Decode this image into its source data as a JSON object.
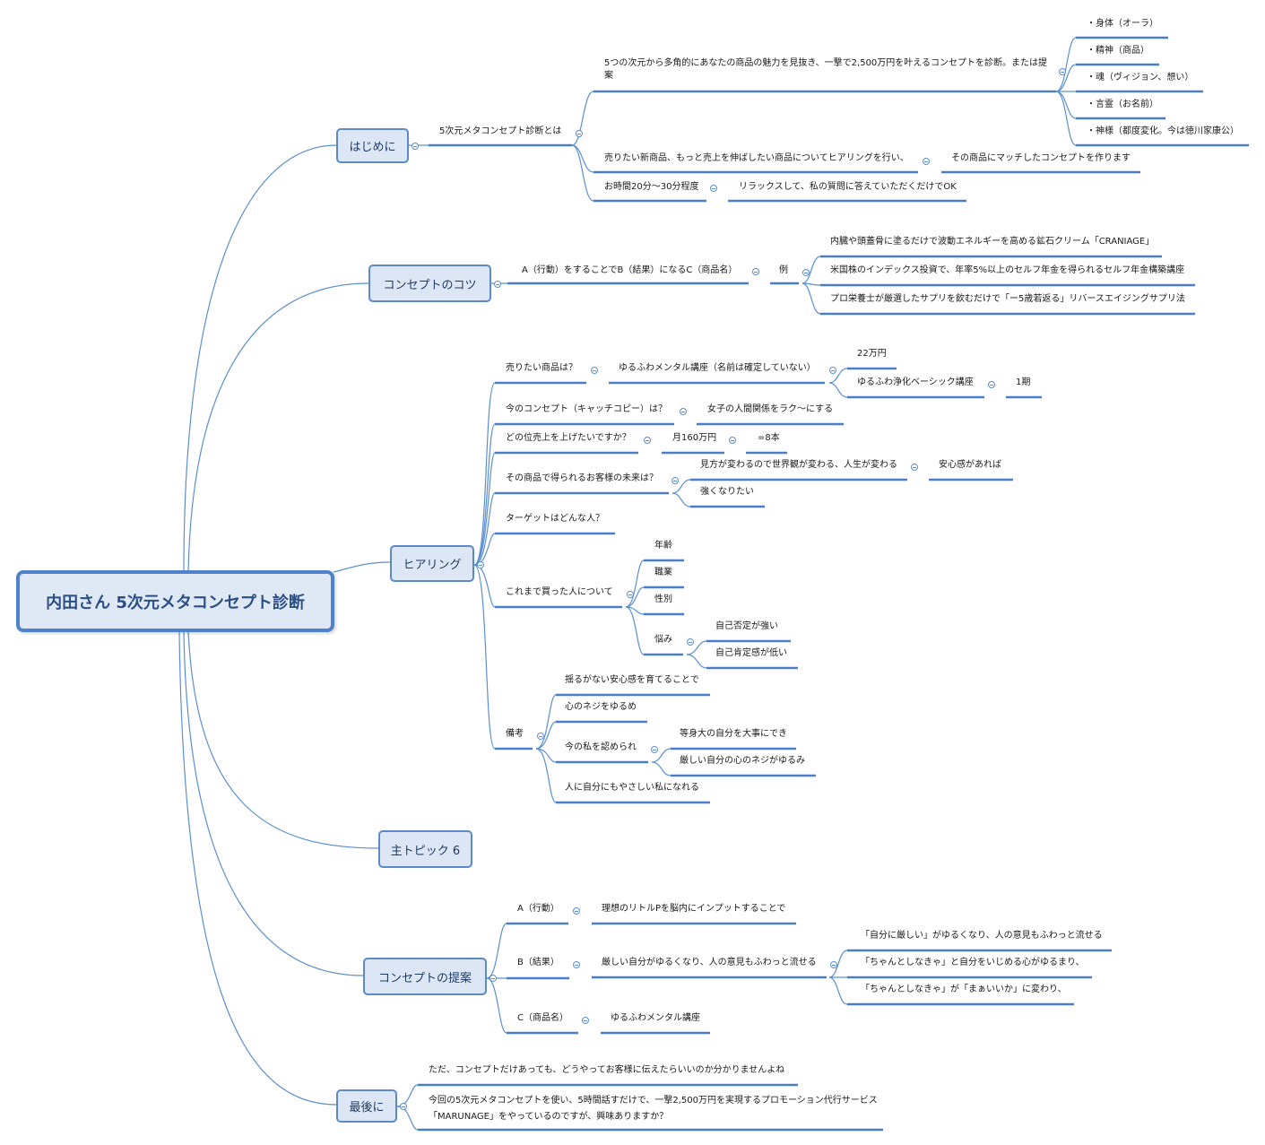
{
  "root": "内田さん 5次元メタコンセプト診断",
  "topics": {
    "intro": {
      "title": "はじめに",
      "item": "5次元メタコンセプト診断とは",
      "desc": "5つの次元から多角的にあなたの商品の魅力を見抜き、一撃で2,500万円を叶えるコンセプトを診断。または提案",
      "dims": [
        "・身体（オーラ）",
        "・精神（商品）",
        "・魂（ヴィジョン、想い）",
        "・言霊（お名前）",
        "・神様（都度変化。今は徳川家康公）"
      ],
      "hearing": "売りたい新商品、もっと売上を伸ばしたい商品についてヒアリングを行い、",
      "hearing_result": "その商品にマッチしたコンセプトを作ります",
      "time": "お時間20分〜30分程度",
      "time_note": "リラックスして、私の質問に答えていただくだけでOK"
    },
    "tips": {
      "title": "コンセプトのコツ",
      "formula": "A（行動）をすることでB（結果）になるC（商品名）",
      "example": "例",
      "examples": [
        "内臓や頭蓋骨に塗るだけで波動エネルギーを高める鉱石クリーム「CRANIAGE」",
        "米国株のインデックス投資で、年率5%以上のセルフ年金を得られるセルフ年金構築講座",
        "プロ栄養士が厳選したサプリを飲むだけで「ー5歳若返る」リバースエイジングサプリ法"
      ]
    },
    "hearing": {
      "title": "ヒアリング",
      "q1": "売りたい商品は？",
      "q1_a": "ゆるふわメンタル講座（名前は確定していない）",
      "q1_price": "22万円",
      "q1_basic": "ゆるふわ浄化ベーシック講座",
      "q1_term": "1期",
      "q2": "今のコンセプト（キャッチコピー）は？",
      "q2_a": "女子の人間関係をラク〜にする",
      "q3": "どの位売上を上げたいですか？",
      "q3_a": "月160万円",
      "q3_b": "=8本",
      "q4": "その商品で得られるお客様の未来は？",
      "q4_a": "見方が変わるので世界観が変わる、人生が変わる",
      "q4_a2": "安心感があれば",
      "q4_b": "強くなりたい",
      "q5": "ターゲットはどんな人？",
      "q6": "これまで買った人について",
      "q6_age": "年齢",
      "q6_job": "職業",
      "q6_sex": "性別",
      "q6_worry": "悩み",
      "q6_w1": "自己否定が強い",
      "q6_w2": "自己肯定感が低い",
      "note": "備考",
      "n1": "揺るがない安心感を育てることで",
      "n2": "心のネジをゆるめ",
      "n3": "今の私を認められ",
      "n3_a": "等身大の自分を大事にでき",
      "n3_b": "厳しい自分の心のネジがゆるみ",
      "n4": "人に自分にもやさしい私になれる"
    },
    "topic6": {
      "title": "主トピック 6"
    },
    "proposal": {
      "title": "コンセプトの提案",
      "a": "A（行動）",
      "a_val": "理想のリトルPを脳内にインプットすることで",
      "b": "B（結果）",
      "b_val": "厳しい自分がゆるくなり、人の意見もふわっと流せる",
      "b_1": "「自分に厳しい」がゆるくなり、人の意見もふわっと流せる",
      "b_2": "「ちゃんとしなきゃ」と自分をいじめる心がゆるまり、",
      "b_3": "「ちゃんとしなきゃ」が「まぁいいか」に変わり、",
      "c": "C（商品名）",
      "c_val": "ゆるふわメンタル講座"
    },
    "last": {
      "title": "最後に",
      "l1": "ただ、コンセプトだけあっても、どうやってお客様に伝えたらいいのか分かりませんよね",
      "l2": "今回の5次元メタコンセプトを使い、5時間話すだけで、一撃2,500万円を実現するプロモーション代行サービス「MARUNAGE」をやっているのですが、興味ありますか？"
    }
  }
}
